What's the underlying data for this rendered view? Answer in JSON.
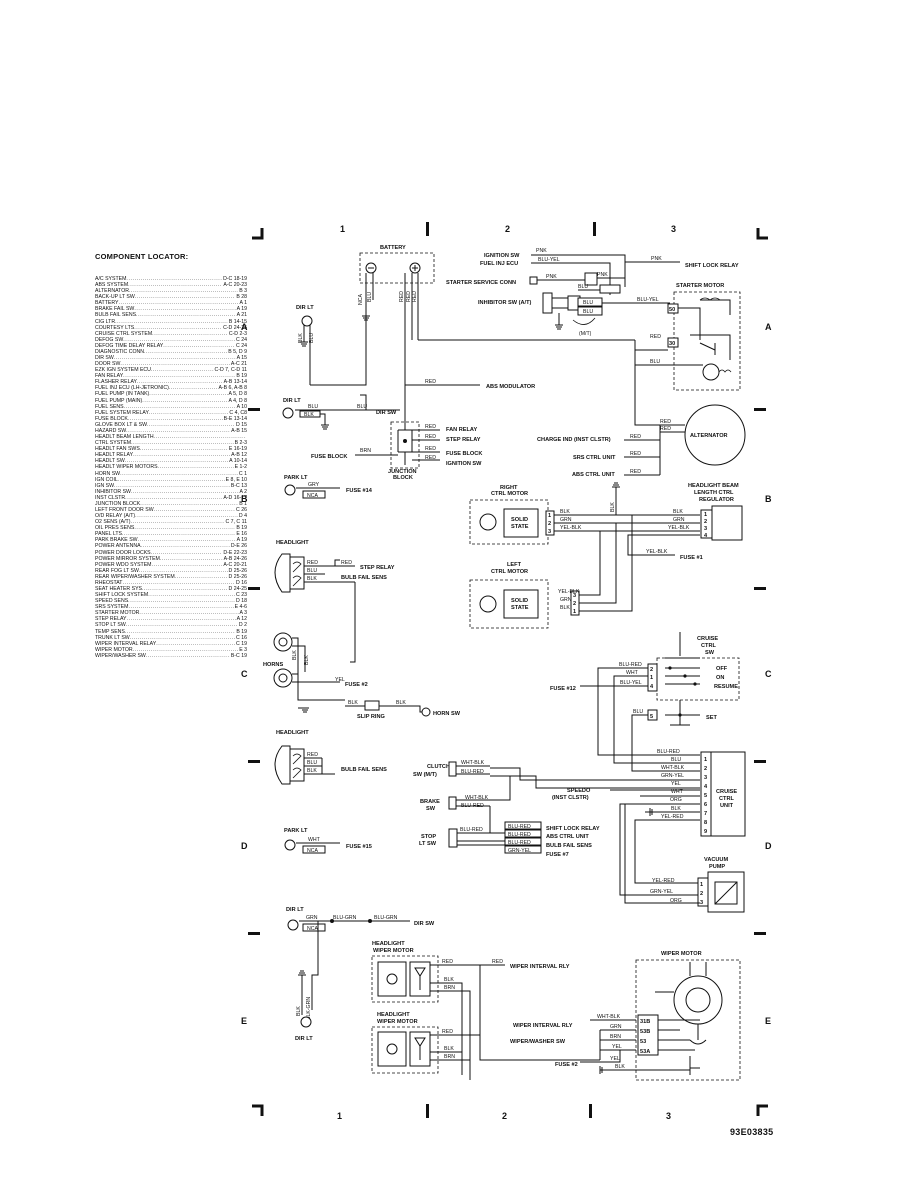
{
  "locator_title": "COMPONENT LOCATOR:",
  "locator": [
    {
      "name": "A/C SYSTEM",
      "ref": "D-C 18-19"
    },
    {
      "name": "ABS SYSTEM",
      "ref": "A-C 20-23"
    },
    {
      "name": "ALTERNATOR",
      "ref": "B 3"
    },
    {
      "name": "BACK-UP LT SW",
      "ref": "B 28"
    },
    {
      "name": "BATTERY",
      "ref": "A 1"
    },
    {
      "name": "BRAKE FAIL SW",
      "ref": "A 19"
    },
    {
      "name": "BULB FAIL SENS",
      "ref": "A 21"
    },
    {
      "name": "CIG LTR",
      "ref": "B 14-15"
    },
    {
      "name": "COURTESY LTS",
      "ref": "C-D 24-25"
    },
    {
      "name": "CRUISE CTRL SYSTEM",
      "ref": "C-D 2-3"
    },
    {
      "name": "DEFOG SW",
      "ref": "C 24"
    },
    {
      "name": "DEFOG TIME DELAY RELAY",
      "ref": "C 24"
    },
    {
      "name": "DIAGNOSTIC CONN",
      "ref": "B 5, D 9"
    },
    {
      "name": "DIR SW",
      "ref": "A 15"
    },
    {
      "name": "DOOR SW",
      "ref": "A-C 21"
    },
    {
      "name": "EZK IGN SYSTEM ECU",
      "ref": "C-D 7, C-D 11"
    },
    {
      "name": "FAN RELAY",
      "ref": "B 19"
    },
    {
      "name": "FLASHER RELAY",
      "ref": "A-B 13-14"
    },
    {
      "name": "FUEL INJ ECU (LH-JETRONIC)",
      "ref": "A-B 6, A-B 8"
    },
    {
      "name": "FUEL PUMP (IN TANK)",
      "ref": "A 5, D 8"
    },
    {
      "name": "FUEL PUMP (MAIN)",
      "ref": "A 4, D 8"
    },
    {
      "name": "FUEL SENS",
      "ref": "A 10"
    },
    {
      "name": "FUEL SYSTEM RELAY",
      "ref": "C 4, C8"
    },
    {
      "name": "FUSE BLOCK",
      "ref": "B-E 13-14"
    },
    {
      "name": "GLOVE BOX LT & SW",
      "ref": "D 15"
    },
    {
      "name": "HAZARD SW",
      "ref": "A-B 15"
    },
    {
      "name": "HEADLT BEAM LENGTH",
      "ref": ""
    },
    {
      "name": "  CTRL SYSTEM",
      "ref": "B 2-3"
    },
    {
      "name": "HEADLT FAN SWS",
      "ref": "E 16-19"
    },
    {
      "name": "HEADLT RELAY",
      "ref": "A-B 12"
    },
    {
      "name": "HEADLT SW",
      "ref": "A 10-14"
    },
    {
      "name": "HEADLT WIPER MOTORS",
      "ref": "E 1-2"
    },
    {
      "name": "HORN SW",
      "ref": "C 1"
    },
    {
      "name": "IGN COIL",
      "ref": "E 8, E 10"
    },
    {
      "name": "IGN SW",
      "ref": "B-C 13"
    },
    {
      "name": "INHIBITOR SW",
      "ref": "A 2"
    },
    {
      "name": "INST CLSTR",
      "ref": "A-D 16-17"
    },
    {
      "name": "JUNCTION BLOCK",
      "ref": "B 1"
    },
    {
      "name": "LEFT FRONT DOOR SW",
      "ref": "C 26"
    },
    {
      "name": "O/D RELAY (A/T)",
      "ref": "D 4"
    },
    {
      "name": "O2 SENS (A/T)",
      "ref": "C 7, C 11"
    },
    {
      "name": "OIL PRES SENS",
      "ref": "B 19"
    },
    {
      "name": "PANEL LTS",
      "ref": "E 16"
    },
    {
      "name": "PARK BRAKE SW",
      "ref": "A 19"
    },
    {
      "name": "POWER ANTENNA",
      "ref": "D-E 26"
    },
    {
      "name": "POWER DOOR LOCKS",
      "ref": "D-E 22-23"
    },
    {
      "name": "POWER MIRROR SYSTEM",
      "ref": "A-B 24-26"
    },
    {
      "name": "POWER WDO SYSTEM",
      "ref": "A-C 20-21"
    },
    {
      "name": "REAR FOG LT SW",
      "ref": "D 25-26"
    },
    {
      "name": "REAR WIPER/WASHER SYSTEM",
      "ref": "D 25-26"
    },
    {
      "name": "RHEOSTAT",
      "ref": "D 16"
    },
    {
      "name": "SEAT HEATER SYS",
      "ref": "D 24-25"
    },
    {
      "name": "SHIFT LOCK SYSTEM",
      "ref": "C 23"
    },
    {
      "name": "SPEED SENS",
      "ref": "D 18"
    },
    {
      "name": "SRS SYSTEM",
      "ref": "E 4-6"
    },
    {
      "name": "STARTER MOTOR",
      "ref": "A 3"
    },
    {
      "name": "STEP RELAY",
      "ref": "A 12"
    },
    {
      "name": "STOP LT SW",
      "ref": "D 2"
    },
    {
      "name": "TEMP SENS",
      "ref": "B 19"
    },
    {
      "name": "TRUNK LT SW",
      "ref": "C 16"
    },
    {
      "name": "WIPER INTERVAL RELAY",
      "ref": "C 19"
    },
    {
      "name": "WIPER MOTOR",
      "ref": "E 3"
    },
    {
      "name": "WIPER/WASHER SW",
      "ref": "B-C 19"
    }
  ],
  "grid": {
    "columns": [
      "1",
      "2",
      "3"
    ],
    "rows": [
      "A",
      "B",
      "C",
      "D",
      "E"
    ]
  },
  "document_id": "93E03835",
  "components": {
    "battery": "BATTERY",
    "starter_motor": "STARTER MOTOR",
    "alternator": "ALTERNATOR",
    "junction_block": [
      "JUNCTION",
      "BLOCK"
    ],
    "right_ctrl_motor": [
      "RIGHT",
      "CTRL MOTOR"
    ],
    "left_ctrl_motor": [
      "LEFT",
      "CTRL MOTOR"
    ],
    "solid_state": [
      "SOLID",
      "STATE"
    ],
    "headlight_beam_regulator": [
      "HEADLIGHT BEAM",
      "LENGTH CTRL",
      "REGULATOR"
    ],
    "cruise_ctrl_sw": [
      "CRUISE",
      "CTRL",
      "SW"
    ],
    "cruise_states": [
      "OFF",
      "ON",
      "RESUME",
      "SET"
    ],
    "cruise_ctrl_unit": [
      "CRUISE",
      "CTRL",
      "UNIT"
    ],
    "vacuum_pump": [
      "VACUUM",
      "PUMP"
    ],
    "wiper_motor": "WIPER MOTOR",
    "headlight_wiper_motor": [
      "HEADLIGHT",
      "WIPER MOTOR"
    ],
    "dir_lt": "DIR LT",
    "park_lt": "PARK LT",
    "headlight": "HEADLIGHT",
    "horns": "HORNS",
    "slip_ring": "SLIP RING",
    "horn_sw": "HORN SW",
    "clutch_sw": [
      "CLUTCH",
      "SW (M/T)"
    ],
    "brake_sw": [
      "BRAKE",
      "SW"
    ],
    "stop_lt_sw": [
      "STOP",
      "LT SW"
    ],
    "ignition_sw": "IGNITION SW",
    "fuel_inj_ecu": "FUEL INJ ECU",
    "starter_service_conn": "STARTER SERVICE CONN",
    "inhibitor_sw": "INHIBITOR SW (A/T)",
    "mt": "(M/T)"
  },
  "destinations": {
    "shift_lock_relay": "SHIFT LOCK RELAY",
    "abs_modulator": "ABS MODULATOR",
    "dir_sw": "DIR SW",
    "fan_relay": "FAN RELAY",
    "step_relay": "STEP RELAY",
    "fuse_block": "FUSE BLOCK",
    "ignition_sw": "IGNITION SW",
    "charge_ind": "CHARGE IND (INST CLSTR)",
    "srs_ctrl_unit": "SRS CTRL UNIT",
    "abs_ctrl_unit": "ABS CTRL UNIT",
    "fuse_14": "FUSE #14",
    "fuse_1": "FUSE #1",
    "fuse_12": "FUSE #12",
    "bulb_fail_sens": "BULB FAIL SENS",
    "fuse_2": "FUSE #2",
    "speedo": [
      "SPEEDO",
      "(INST CLSTR)"
    ],
    "fuse_15": "FUSE #15",
    "fuse_7": "FUSE #7",
    "wiper_interval_rly": "WIPER INTERVAL RLY",
    "wiper_interval_rly2": "WIPER INTERVAL RLY",
    "wiper_washer_sw": "WIPER/WASHER SW"
  },
  "wires": {
    "pnk": "PNK",
    "blu_yel": "BLU-YEL",
    "blu": "BLU",
    "red": "RED",
    "nca": "NCA",
    "blk": "BLK",
    "brn": "BRN",
    "gry": "GRY",
    "grn": "GRN",
    "yel_blk": "YEL-BLK",
    "blu_red": "BLU-RED",
    "wht": "WHT",
    "grn_yel": "GRN-YEL",
    "org": "ORG",
    "yel_red": "YEL-RED",
    "wht_blk": "WHT-BLK",
    "yel": "YEL",
    "blu_grn": "BLU-GRN",
    "blk_grn": "BLK-GRN"
  },
  "pins": {
    "p1": "1",
    "p2": "2",
    "p3": "3",
    "p4": "4",
    "p5": "5",
    "p6": "6",
    "p7": "7",
    "p8": "8",
    "p9": "9",
    "s30": "30",
    "s50": "50",
    "w31b": "31B",
    "w53b": "53B",
    "w53": "53",
    "w53a": "53A"
  }
}
